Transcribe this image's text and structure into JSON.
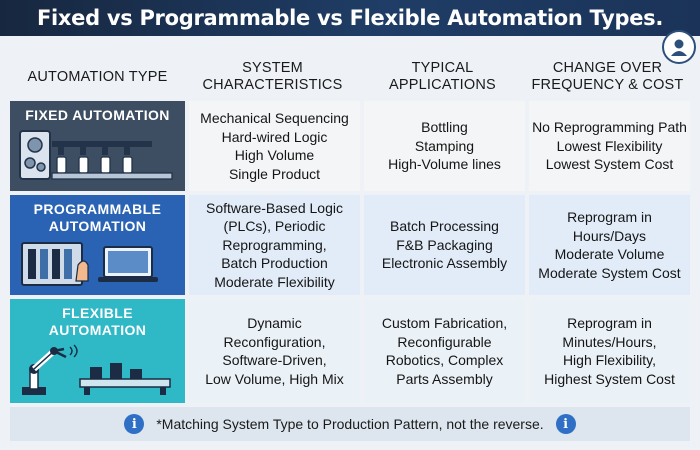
{
  "title": "Fixed vs Programmable vs Flexible Automation Types.",
  "icons": {
    "corner": "user-icon",
    "footer_left": "info-icon",
    "footer_right": "info-icon",
    "info_glyph": "i"
  },
  "headers": {
    "type": "AUTOMATION TYPE",
    "characteristics": "SYSTEM\nCHARACTERISTICS",
    "applications": "TYPICAL\nAPPLICATIONS",
    "change": "CHANGE OVER\nFREQUENCY & COST"
  },
  "rows": [
    {
      "label": "FIXED AUTOMATION",
      "characteristics": "Mechanical Sequencing\nHard-wired Logic\nHigh Volume\nSingle Product",
      "applications": "Bottling\nStamping\nHigh-Volume lines",
      "change": "No Reprogramming Path\nLowest Flexibility\nLowest System Cost",
      "illustration": "bottling-machine-icon"
    },
    {
      "label": "PROGRAMMABLE\nAUTOMATION",
      "characteristics": "Software-Based Logic\n(PLCs), Periodic\nReprogramming,\nBatch Production\nModerate Flexibility",
      "applications": "Batch Processing\nF&B Packaging\nElectronic Assembly",
      "change": "Reprogram in\nHours/Days\nModerate Volume\nModerate System Cost",
      "illustration": "plc-laptop-icon"
    },
    {
      "label": "FLEXIBLE\nAUTOMATION",
      "characteristics": "Dynamic\nReconfiguration,\nSoftware-Driven,\nLow Volume, High Mix",
      "applications": "Custom Fabrication,\nReconfigurable\nRobotics, Complex\nParts Assembly",
      "change": "Reprogram in\nMinutes/Hours,\nHigh Flexibility,\nHighest System Cost",
      "illustration": "robot-arm-icon"
    }
  ],
  "footer": "*Matching System Type to Production Pattern, not the reverse.",
  "colors": {
    "title_bg": "#1f3d66",
    "fixed": "#3d4e62",
    "programmable": "#2b63b4",
    "flexible": "#2fb8c6"
  }
}
